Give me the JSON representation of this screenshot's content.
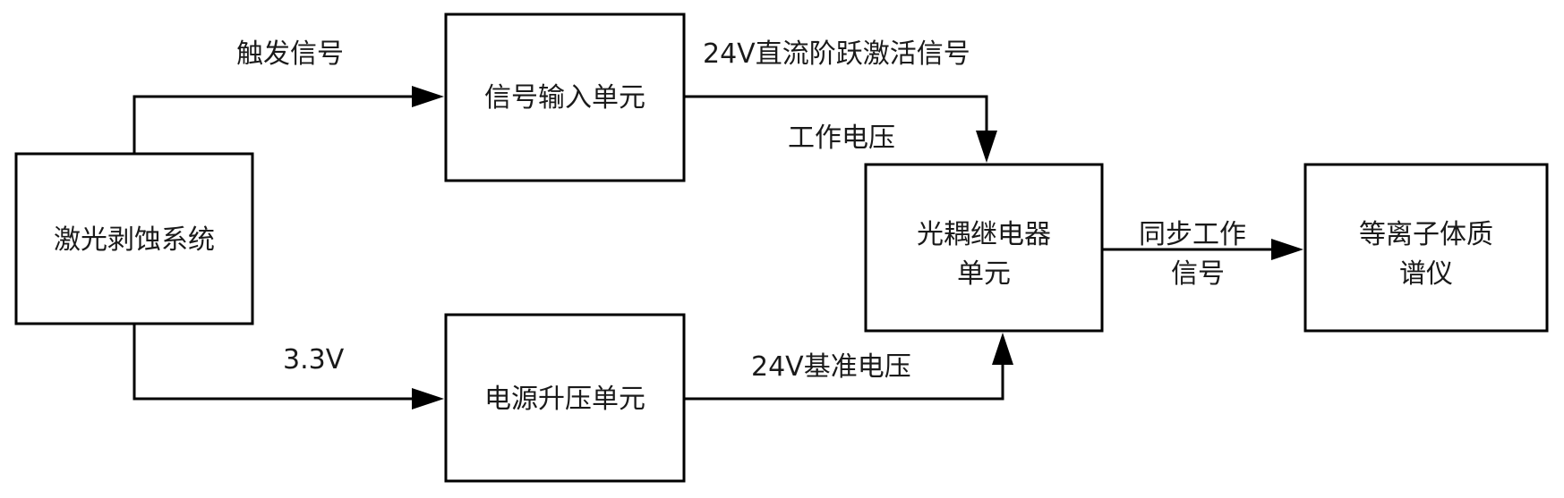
{
  "diagram": {
    "nodes": {
      "laser": {
        "label": "激光剥蚀系统"
      },
      "signal_input": {
        "label": "信号输入单元"
      },
      "power_boost": {
        "label": "电源升压单元"
      },
      "optocoupler": {
        "line1": "光耦继电器",
        "line2": "单元"
      },
      "icpms": {
        "line1": "等离子体质",
        "line2": "谱仪"
      }
    },
    "edges": {
      "trigger": {
        "label": "触发信号"
      },
      "dc_step": {
        "label": "24V直流阶跃激活信号"
      },
      "working_voltage": {
        "label": "工作电压"
      },
      "v33": {
        "label": "3.3V"
      },
      "ref_voltage": {
        "label": "24V基准电压"
      },
      "sync": {
        "line1": "同步工作",
        "line2": "信号"
      }
    }
  }
}
